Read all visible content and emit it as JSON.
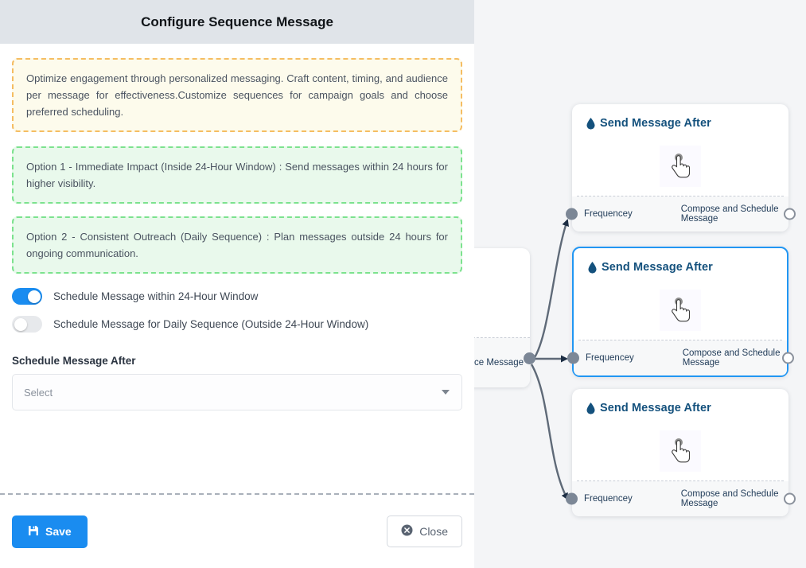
{
  "dialog": {
    "title": "Configure Sequence Message",
    "note": "Optimize engagement through personalized messaging. Craft content, timing, and audience per message for effectiveness.Customize sequences for campaign goals and choose preferred scheduling.",
    "options": [
      "Option 1 - Immediate Impact (Inside 24-Hour Window) : Send messages within 24 hours for higher visibility.",
      "Option 2 - Consistent Outreach (Daily Sequence) : Plan messages outside 24 hours for ongoing communication."
    ],
    "toggles": [
      {
        "label": "Schedule Message within 24-Hour Window",
        "state": "on"
      },
      {
        "label": "Schedule Message for Daily Sequence (Outside 24-Hour Window)",
        "state": "off"
      }
    ],
    "schedule_field": {
      "label": "Schedule Message After",
      "value": "Select",
      "caret_icon": "chevron-down-icon"
    },
    "footer": {
      "save_label": "Save",
      "save_icon": "floppy-disk-icon",
      "close_label": "Close",
      "close_icon": "circle-x-icon"
    }
  },
  "canvas": {
    "partial_card": {
      "footer_text": "ce Message"
    },
    "cards": [
      {
        "title": "Send Message After",
        "icon": "droplet-icon",
        "body_icon": "pointing-hand-icon",
        "frequency_label": "Frequencey",
        "compose_label": "Compose and Schedule Message",
        "selected": "false"
      },
      {
        "title": "Send Message After",
        "icon": "droplet-icon",
        "body_icon": "pointing-hand-icon",
        "frequency_label": "Frequencey",
        "compose_label": "Compose and Schedule Message",
        "selected": "true"
      },
      {
        "title": "Send Message After",
        "icon": "droplet-icon",
        "body_icon": "pointing-hand-icon",
        "frequency_label": "Frequencey",
        "compose_label": "Compose and Schedule Message",
        "selected": "false"
      }
    ]
  },
  "colors": {
    "accent_blue": "#1a8cf0",
    "selected_border": "#2196f3",
    "title_navy": "#14517d",
    "note_border": "#f5bd62",
    "note_bg": "#fdfbec",
    "option_border": "#7ce28e",
    "option_bg": "#e9f9ec",
    "canvas_bg": "#f4f5f7",
    "header_bg": "#e0e4e9",
    "edge_gray": "#5f6a78"
  }
}
